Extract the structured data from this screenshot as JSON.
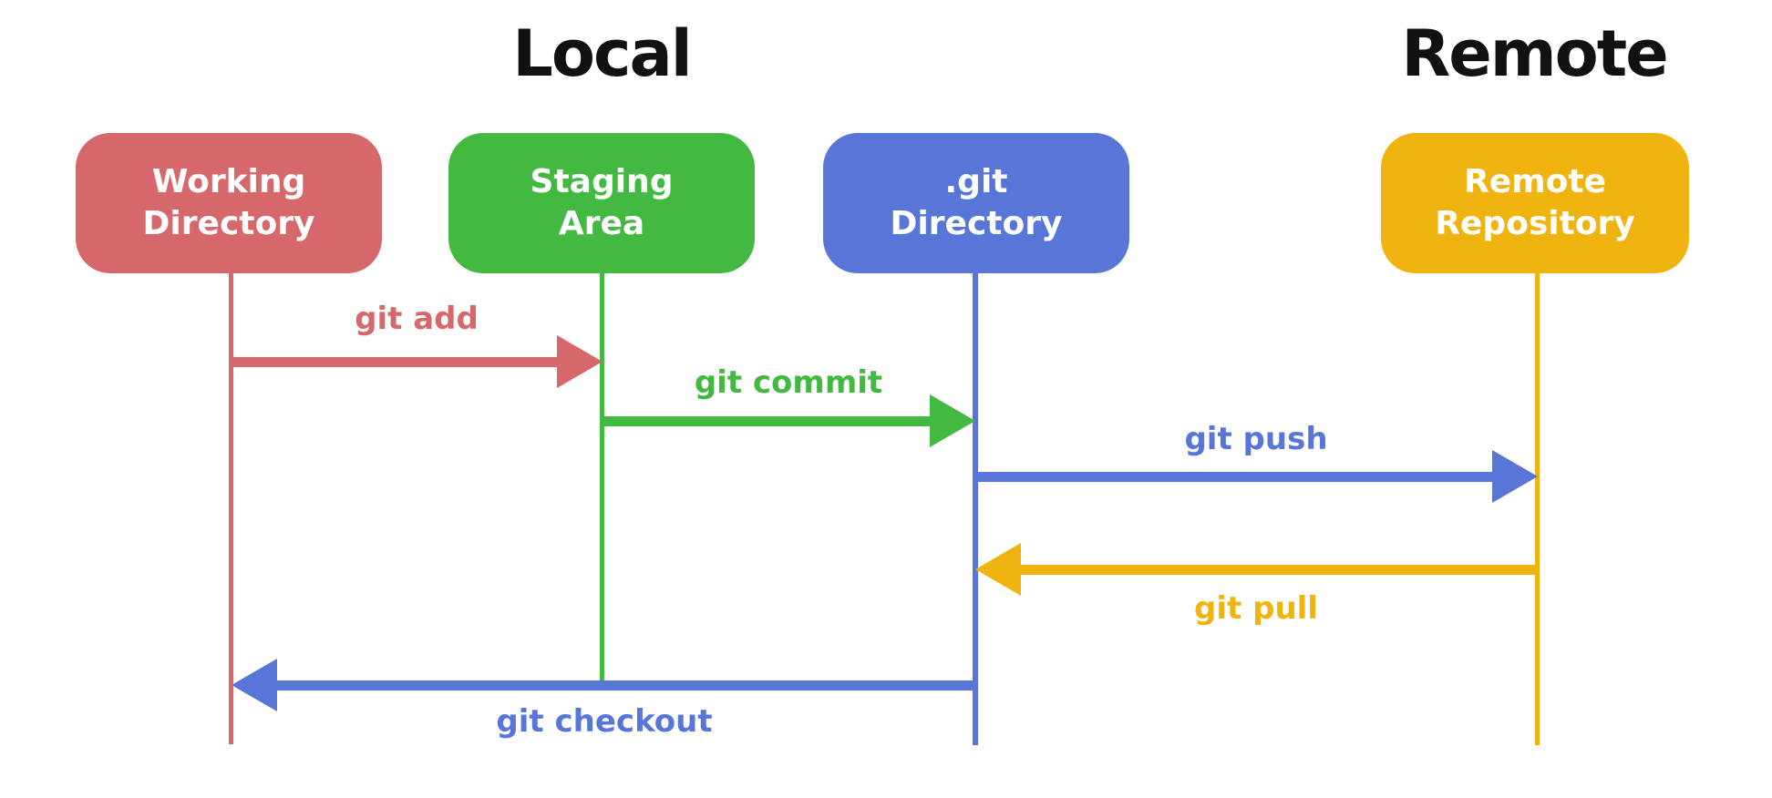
{
  "colors": {
    "red": "#D6686C",
    "green": "#44B941",
    "blue": "#5876D8",
    "yellow": "#F0B410",
    "heading": "#111111",
    "background": "#FFFFFF",
    "node_text": "#FFFFFF"
  },
  "headings": {
    "local": "Local",
    "remote": "Remote"
  },
  "nodes": [
    {
      "id": "working-directory",
      "label": "Working\nDirectory",
      "group": "local",
      "color": "red"
    },
    {
      "id": "staging-area",
      "label": "Staging\nArea",
      "group": "local",
      "color": "green"
    },
    {
      "id": "git-directory",
      "label": ".git\nDirectory",
      "group": "local",
      "color": "blue"
    },
    {
      "id": "remote-repository",
      "label": "Remote\nRepository",
      "group": "remote",
      "color": "yellow"
    }
  ],
  "arrows": [
    {
      "id": "git-add",
      "label": "git add",
      "color": "red",
      "from": "working-directory",
      "to": "staging-area",
      "direction": "right"
    },
    {
      "id": "git-commit",
      "label": "git commit",
      "color": "green",
      "from": "staging-area",
      "to": "git-directory",
      "direction": "right"
    },
    {
      "id": "git-push",
      "label": "git push",
      "color": "blue",
      "from": "git-directory",
      "to": "remote-repository",
      "direction": "right"
    },
    {
      "id": "git-pull",
      "label": "git pull",
      "color": "yellow",
      "from": "remote-repository",
      "to": "git-directory",
      "direction": "left"
    },
    {
      "id": "git-checkout",
      "label": "git checkout",
      "color": "blue",
      "from": "git-directory",
      "to": "working-directory",
      "direction": "left"
    }
  ]
}
